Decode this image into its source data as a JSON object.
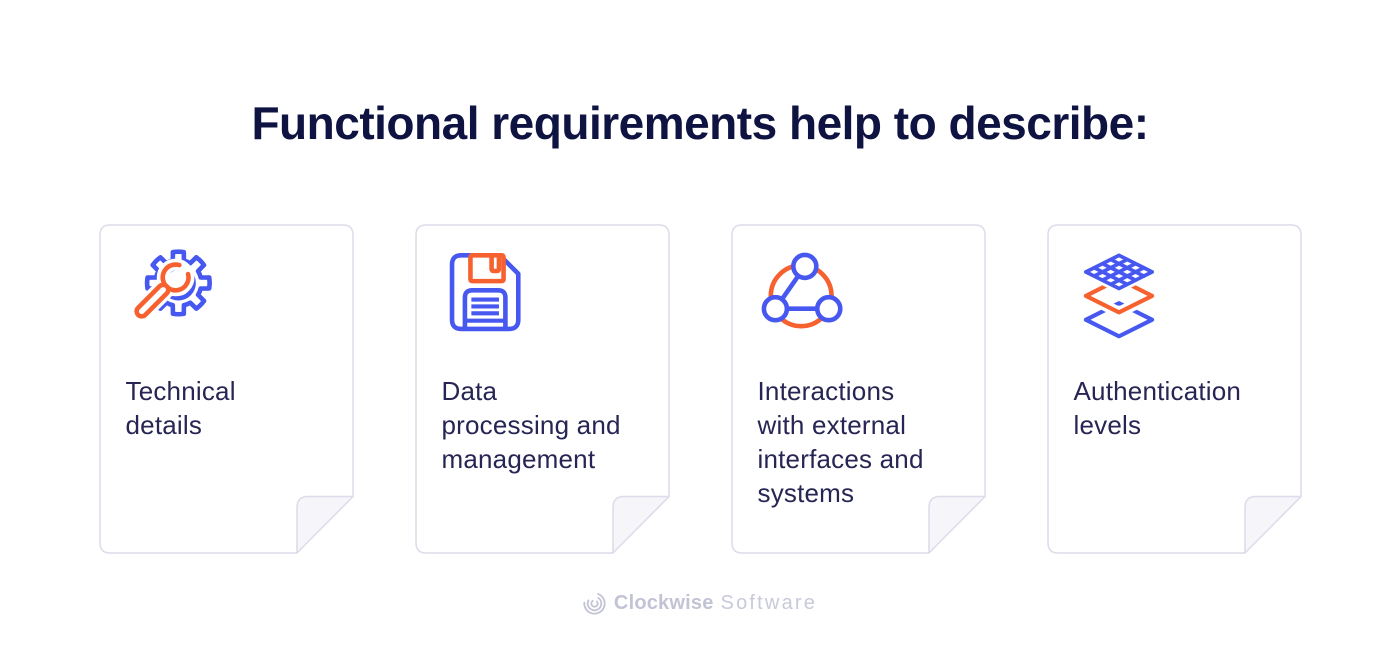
{
  "title": "Functional requirements help to describe:",
  "colors": {
    "accent_blue": "#4758F0",
    "accent_orange": "#F6612F",
    "title_navy": "#0E1342",
    "body_navy": "#262553",
    "card_border": "#DCDCEA",
    "fold_fill": "#F5F5FA",
    "logo_gray": "#C2C3D5"
  },
  "cards": [
    {
      "icon": "gear-wrench-icon",
      "label": "Technical\ndetails"
    },
    {
      "icon": "floppy-disk-icon",
      "label": "Data\nprocessing and\nmanagement"
    },
    {
      "icon": "network-nodes-icon",
      "label": "Interactions\nwith external\ninterfaces and\nsystems"
    },
    {
      "icon": "layers-icon",
      "label": "Authentication\nlevels"
    }
  ],
  "footer": {
    "logo_icon": "clockwise-swirl-icon",
    "brand_bold": "Clockwise",
    "brand_light": "Software"
  }
}
